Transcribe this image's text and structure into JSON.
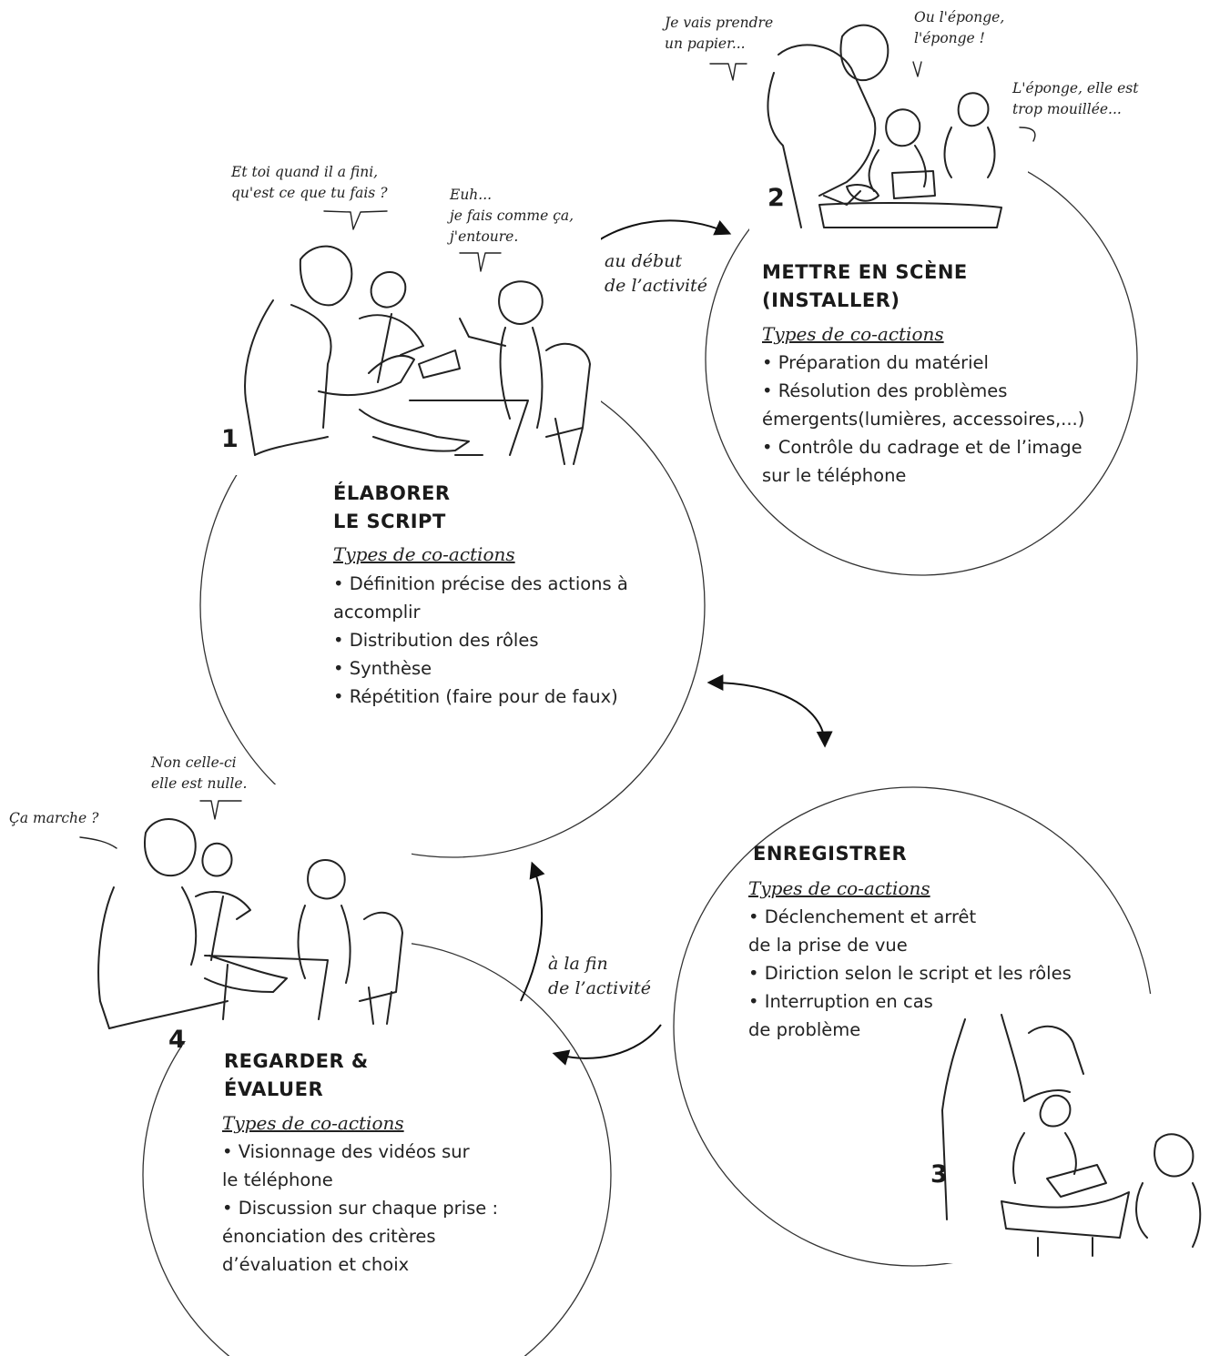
{
  "steps": [
    {
      "number": "1",
      "title_lines": [
        "ÉLABORER",
        "LE SCRIPT"
      ],
      "subtitle": "Types de co-actions",
      "item_lines": [
        "• Définition précise des actions à",
        "accomplir",
        "• Distribution des rôles",
        "• Synthèse",
        "• Répétition (faire pour de faux)"
      ],
      "speech": [
        [
          "Et toi quand il a fini,",
          "qu'est ce que tu fais ?"
        ],
        [
          "Euh...",
          "je fais comme ça,",
          "j'entoure."
        ]
      ]
    },
    {
      "number": "2",
      "title_lines": [
        "METTRE EN SCÈNE",
        "(INSTALLER)"
      ],
      "subtitle": "Types de co-actions",
      "item_lines": [
        "• Préparation du matériel",
        "• Résolution des problèmes",
        "émergents(lumières, accessoires,...)",
        "• Contrôle du cadrage et de l’image",
        "sur le téléphone"
      ],
      "speech": [
        [
          "Je vais prendre",
          "un papier..."
        ],
        [
          "Ou l'éponge,",
          "l'éponge !"
        ],
        [
          "L'éponge, elle est",
          "trop mouillée..."
        ]
      ]
    },
    {
      "number": "3",
      "title_lines": [
        "ENREGISTRER"
      ],
      "subtitle": "Types de co-actions",
      "item_lines": [
        "• Déclenchement et arrêt",
        "de la prise de vue",
        "• Diriction selon le script et les rôles",
        "• Interruption en cas",
        "de problème"
      ],
      "speech": []
    },
    {
      "number": "4",
      "title_lines": [
        "REGARDER &",
        "ÉVALUER"
      ],
      "subtitle": "Types de co-actions",
      "item_lines": [
        "• Visionnage des vidéos sur",
        "le téléphone",
        "• Discussion sur chaque prise :",
        "énonciation des critères",
        "d’évaluation et choix"
      ],
      "speech": [
        [
          "Ça marche ?"
        ],
        [
          "Non celle-ci",
          "elle est nulle."
        ]
      ]
    }
  ],
  "arrow_labels": {
    "start": [
      "au début",
      "de l’activité"
    ],
    "end": [
      "à la fin",
      "de l’activité"
    ]
  }
}
